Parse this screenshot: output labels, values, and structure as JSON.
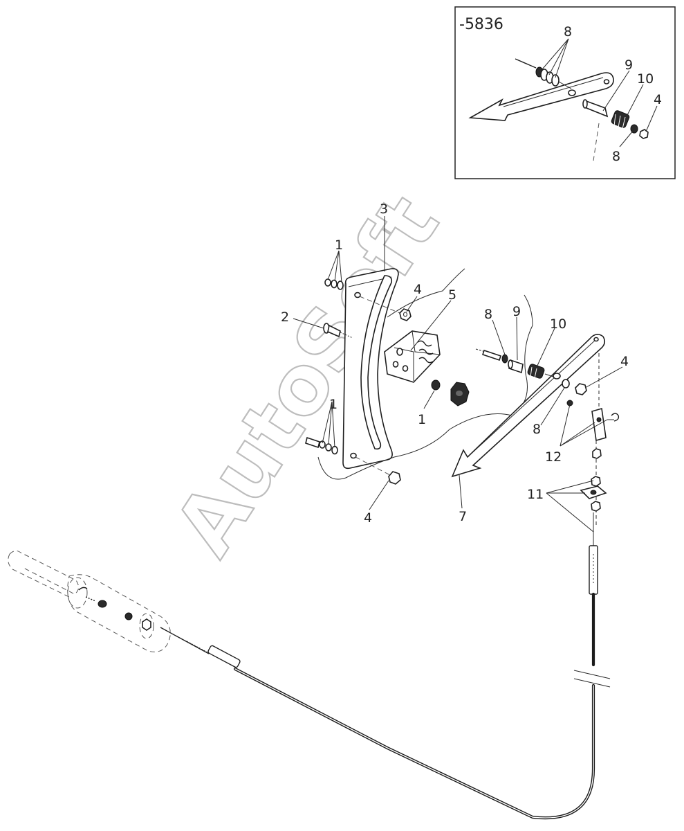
{
  "inset": {
    "code": "-5836",
    "callouts": [
      "8",
      "9",
      "10",
      "4",
      "8"
    ]
  },
  "watermark": "AutoSoft",
  "callouts": [
    "1",
    "2",
    "3",
    "4",
    "5",
    "8",
    "9",
    "10",
    "4",
    "1",
    "1",
    "8",
    "12",
    "4",
    "7",
    "11"
  ],
  "colors": {
    "ink": "#1e1e1e",
    "watermark": "#bdbdbd",
    "background": "#ffffff"
  }
}
